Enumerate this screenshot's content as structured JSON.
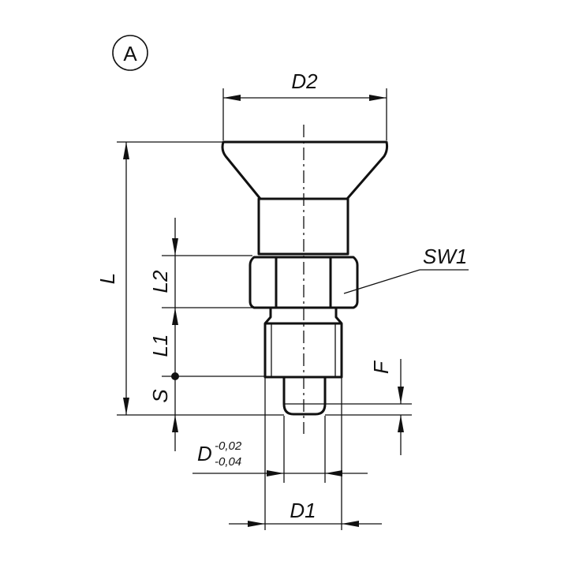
{
  "view_marker": "A",
  "labels": {
    "d2": "D2",
    "l": "L",
    "l2": "L2",
    "l1": "L1",
    "s": "S",
    "sw1": "SW1",
    "f": "F",
    "d": "D",
    "d_tol_upper": "-0,02",
    "d_tol_lower": "-0,04",
    "d1": "D1"
  }
}
